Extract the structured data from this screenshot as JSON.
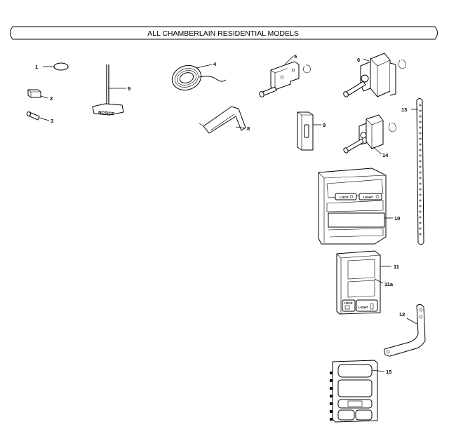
{
  "banner": {
    "title": "ALL CHAMBERLAIN RESIDENTIAL MODELS"
  },
  "callouts": {
    "c1": "1",
    "c2": "2",
    "c3": "3",
    "c4": "4",
    "c5": "5",
    "c6": "6",
    "c8": "8",
    "c9a": "9",
    "c9b": "9",
    "c10": "10",
    "c11": "11",
    "c11a": "11a",
    "c12": "12",
    "c13": "13",
    "c14": "14",
    "c15": "15"
  },
  "part_labels": {
    "notice": "NOTICE",
    "lock": "LOCK",
    "light": "LIGHT",
    "lock_small": "LOCK",
    "light_small": "LIGHT"
  }
}
